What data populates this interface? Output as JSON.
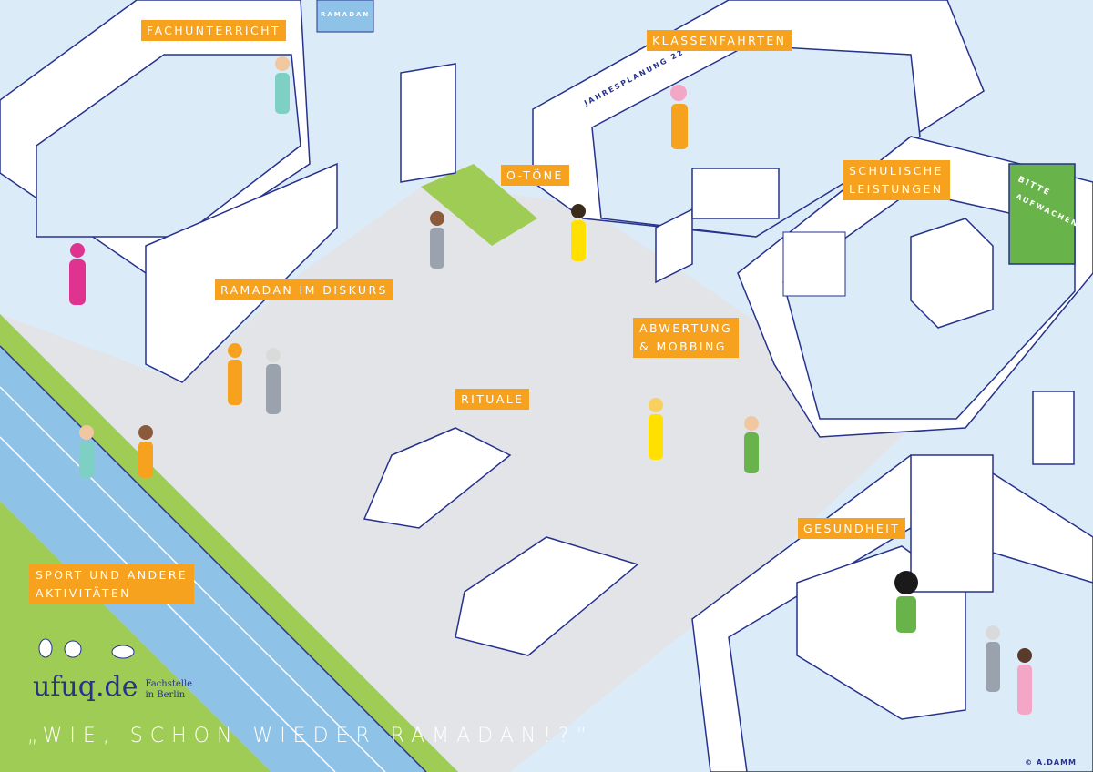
{
  "labels": {
    "fachunterricht": "Fachunterricht",
    "klassenfahrten": "Klassenfahrten",
    "o_toene": "O-Töne",
    "schulische_1": "Schulische",
    "schulische_2": "Leistungen",
    "ramadan_diskurs": "Ramadan im Diskurs",
    "abwertung_1": "Abwertung",
    "abwertung_2": "& Mobbing",
    "rituale": "Rituale",
    "gesundheit": "Gesundheit",
    "sport_1": "Sport und andere",
    "sport_2": "Aktivitäten"
  },
  "signs": {
    "ramadan": "RAMADAN",
    "jahresplanung": "JAHRESPLANUNG 22",
    "bitte_1": "BITTE",
    "bitte_2": "AUFWACHEN!"
  },
  "brand": {
    "logo": "ufuq.de",
    "sub_1": "Fachstelle",
    "sub_2": "in Berlin",
    "title": "„WIE, SCHON WIEDER RAMADAN!?“",
    "credit": "© A.DAMM"
  },
  "colors": {
    "label": "#f6a21e",
    "navy": "#26328c",
    "grass": "#9fcc55",
    "track": "#8ec2e6",
    "hall": "#e3e4e8",
    "floor": "#dcebf8"
  }
}
